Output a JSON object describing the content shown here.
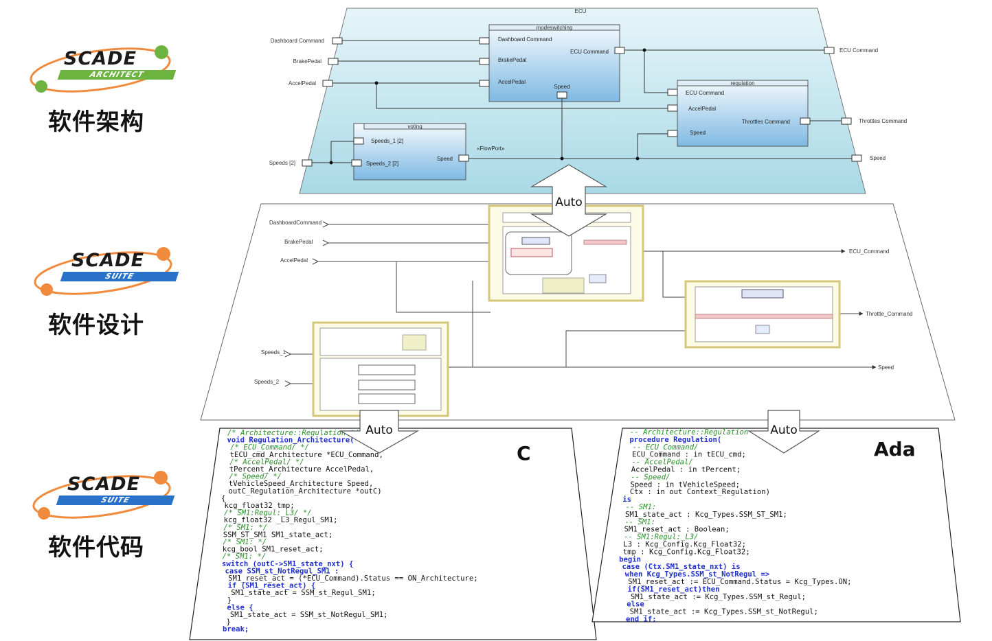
{
  "logos": [
    {
      "name": "SCADE",
      "sub": "ARCHITECT",
      "label": "软件架构"
    },
    {
      "name": "SCADE",
      "sub": "SUITE",
      "label": "软件设计"
    },
    {
      "name": "SCADE",
      "sub": "SUITE",
      "label": "软件代码"
    }
  ],
  "colors": {
    "green": "#6cb33f",
    "orange": "#f08a3c",
    "blue": "#2a72c9",
    "panel": "#bfe3ec"
  },
  "auto_label": "Auto",
  "architecture": {
    "title": "ECU",
    "inputs": [
      "Dashboard Command",
      "BrakePedal",
      "AccelPedal",
      "Speeds [2]"
    ],
    "outputs": [
      "ECU Command",
      "Throttles Command",
      "Speed"
    ],
    "block_mode": {
      "title": "modeswitching",
      "ports_in": [
        "Dashboard Command",
        "BrakePedal",
        "AccelPedal"
      ],
      "port_out": "ECU Command",
      "port_bottom": "Speed"
    },
    "block_regulation": {
      "title": "regulation",
      "ports_in": [
        "ECU Command",
        "AccelPedal",
        "Speed"
      ],
      "port_out": "Throttles Command"
    },
    "block_voting": {
      "title": "voting",
      "ports_in": [
        "Speeds_1 [2]",
        "Speeds_2 [2]"
      ],
      "port_out": "Speed"
    },
    "flow_port": "«FlowPort»"
  },
  "design": {
    "inputs": [
      "DashboardCommand",
      "BrakePedal",
      "AccelPedal",
      "Speeds_1",
      "Speeds_2"
    ],
    "outputs": [
      "ECU_Command",
      "Throttle_Command",
      "Speed"
    ]
  },
  "code_c": {
    "lang": "C",
    "lines": [
      {
        "t": "/* Architecture::Regulation */",
        "c": "green",
        "i": 1
      },
      {
        "t": "void Regulation_Architecture(",
        "c": "blue",
        "i": 1
      },
      {
        "t": "/* ECU_Command/ */",
        "c": "green",
        "i": 2
      },
      {
        "t": "tECU_cmd_Architecture *ECU_Command,",
        "c": "black",
        "i": 2
      },
      {
        "t": "/* AccelPedal/ */",
        "c": "green",
        "i": 2
      },
      {
        "t": "tPercent_Architecture AccelPedal,",
        "c": "black",
        "i": 2
      },
      {
        "t": "/* Speed/ */",
        "c": "green",
        "i": 2
      },
      {
        "t": "tVehicleSpeed_Architecture Speed,",
        "c": "black",
        "i": 2
      },
      {
        "t": "outC_Regulation_Architecture *outC)",
        "c": "black",
        "i": 2
      },
      {
        "t": "{",
        "c": "black",
        "i": 0
      },
      {
        "t": "kcg_float32 tmp;",
        "c": "black",
        "i": 1
      },
      {
        "t": "/* SM1:Regul:_L3/ */",
        "c": "green",
        "i": 1
      },
      {
        "t": "kcg_float32 _L3_Regul_SM1;",
        "c": "black",
        "i": 1
      },
      {
        "t": "/* SM1: */",
        "c": "green",
        "i": 1
      },
      {
        "t": "SSM_ST_SM1 SM1_state_act;",
        "c": "black",
        "i": 1
      },
      {
        "t": "/* SM1: */",
        "c": "green",
        "i": 1
      },
      {
        "t": "kcg_bool SM1_reset_act;",
        "c": "black",
        "i": 1
      },
      {
        "t": "/* SM1: */",
        "c": "green",
        "i": 1
      },
      {
        "t": "switch (outC->SM1_state_nxt) {",
        "c": "blue",
        "i": 1
      },
      {
        "t": "case SSM_st_NotRegul_SM1 :",
        "c": "blue",
        "i": 2
      },
      {
        "t": "SM1_reset_act = (*ECU_Command).Status == ON_Architecture;",
        "c": "black",
        "i": 3
      },
      {
        "t": "if (SM1_reset_act) {",
        "c": "blue",
        "i": 3
      },
      {
        "t": "SM1_state_act = SSM_st_Regul_SM1;",
        "c": "black",
        "i": 4
      },
      {
        "t": "}",
        "c": "black",
        "i": 3
      },
      {
        "t": "else {",
        "c": "blue",
        "i": 3
      },
      {
        "t": "SM1_state_act = SSM_st_NotRegul_SM1;",
        "c": "black",
        "i": 4
      },
      {
        "t": "}",
        "c": "black",
        "i": 3
      },
      {
        "t": "break;",
        "c": "blue",
        "i": 2
      }
    ]
  },
  "code_ada": {
    "lang": "Ada",
    "lines": [
      {
        "t": "-- Architecture::Regulation",
        "c": "green",
        "i": 1
      },
      {
        "t": "procedure Regulation(",
        "c": "blue",
        "i": 1
      },
      {
        "t": "-- ECU_Command/",
        "c": "green",
        "i": 2
      },
      {
        "t": "ECU_Command : in tECU_cmd;",
        "c": "black",
        "i": 2
      },
      {
        "t": "-- AccelPedal/",
        "c": "green",
        "i": 2
      },
      {
        "t": "AccelPedal : in tPercent;",
        "c": "black",
        "i": 2
      },
      {
        "t": "-- Speed/",
        "c": "green",
        "i": 2
      },
      {
        "t": "Speed : in tVehicleSpeed;",
        "c": "black",
        "i": 2
      },
      {
        "t": "Ctx : in out Context_Regulation)",
        "c": "black",
        "i": 2
      },
      {
        "t": "is",
        "c": "blue",
        "i": 0
      },
      {
        "t": "-- SM1:",
        "c": "green",
        "i": 1
      },
      {
        "t": "SM1_state_act : Kcg_Types.SSM_ST_SM1;",
        "c": "black",
        "i": 1
      },
      {
        "t": "-- SM1:",
        "c": "green",
        "i": 1
      },
      {
        "t": "SM1_reset_act : Boolean;",
        "c": "black",
        "i": 1
      },
      {
        "t": "-- SM1:Regul:_L3/",
        "c": "green",
        "i": 1
      },
      {
        "t": "L3 : Kcg_Config.Kcg_Float32;",
        "c": "black",
        "i": 1
      },
      {
        "t": "tmp : Kcg_Config.Kcg_Float32;",
        "c": "black",
        "i": 1
      },
      {
        "t": "begin",
        "c": "blue",
        "i": 0
      },
      {
        "t": "case (Ctx.SM1_state_nxt) is",
        "c": "blue",
        "i": 1
      },
      {
        "t": "when Kcg_Types.SSM_st_NotRegul =>",
        "c": "blue",
        "i": 2
      },
      {
        "t": "SM1_reset_act := ECU_Command.Status = Kcg_Types.ON;",
        "c": "black",
        "i": 3
      },
      {
        "t": "if(SM1_reset_act)then",
        "c": "blue",
        "i": 3
      },
      {
        "t": "SM1_state_act := Kcg_Types.SSM_st_Regul;",
        "c": "black",
        "i": 4
      },
      {
        "t": "else",
        "c": "blue",
        "i": 3
      },
      {
        "t": "SM1_state_act := Kcg_Types.SSM_st_NotRegul;",
        "c": "black",
        "i": 4
      },
      {
        "t": "end if;",
        "c": "blue",
        "i": 3
      }
    ]
  }
}
